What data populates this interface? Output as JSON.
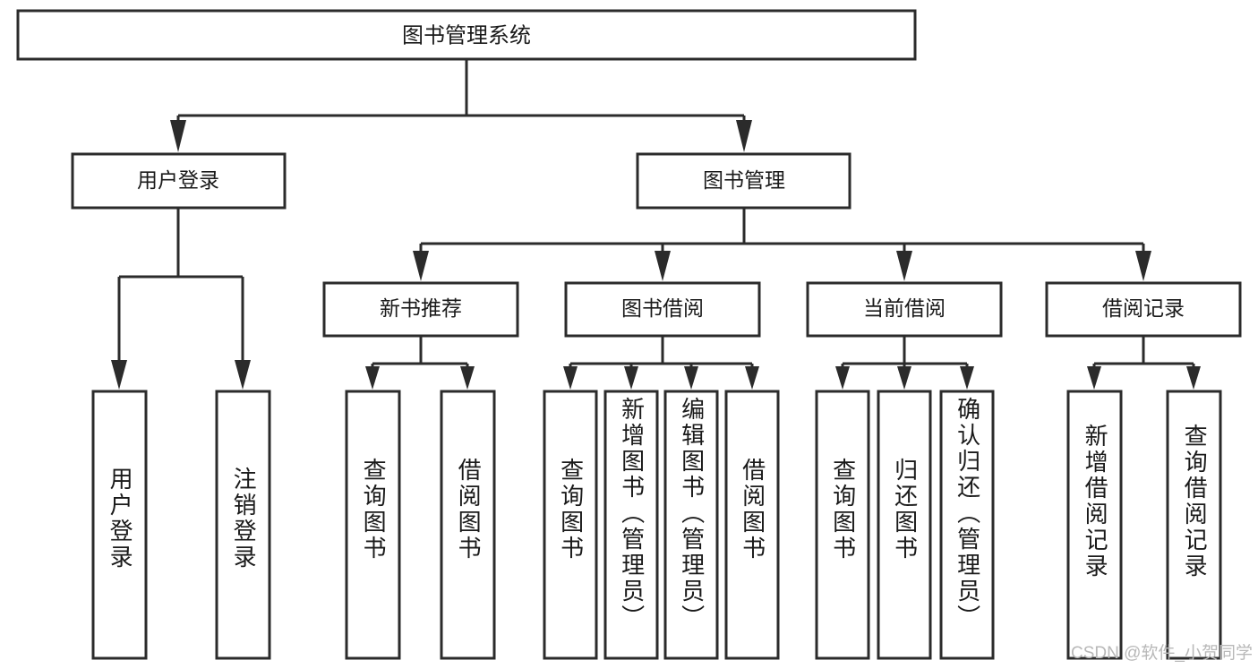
{
  "diagram": {
    "type": "tree-hierarchy",
    "title": "图书管理系统",
    "watermark": "CSDN @软件_小贺同学",
    "colors": {
      "stroke": "#2b2b2b",
      "fill": "#ffffff",
      "text": "#1a1a1a",
      "watermark": "#b8b8b8",
      "background": "#ffffff"
    },
    "levels": {
      "root": {
        "label": "图书管理系统"
      },
      "level2": [
        {
          "label": "用户登录"
        },
        {
          "label": "图书管理"
        }
      ],
      "level3": [
        {
          "label": "新书推荐"
        },
        {
          "label": "图书借阅"
        },
        {
          "label": "当前借阅"
        },
        {
          "label": "借阅记录"
        }
      ],
      "leaves": {
        "user_login": [
          {
            "label": "用户登录"
          },
          {
            "label": "注销登录"
          }
        ],
        "new_book_recommend": [
          {
            "label": "查询图书"
          },
          {
            "label": "借阅图书"
          }
        ],
        "book_borrow": [
          {
            "label": "查询图书"
          },
          {
            "label": "新增图书（管理员）"
          },
          {
            "label": "编辑图书（管理员）"
          },
          {
            "label": "借阅图书"
          }
        ],
        "current_borrow": [
          {
            "label": "查询图书"
          },
          {
            "label": "归还图书"
          },
          {
            "label": "确认归还（管理员）"
          }
        ],
        "borrow_record": [
          {
            "label": "新增借阅记录"
          },
          {
            "label": "查询借阅记录"
          }
        ]
      }
    }
  }
}
